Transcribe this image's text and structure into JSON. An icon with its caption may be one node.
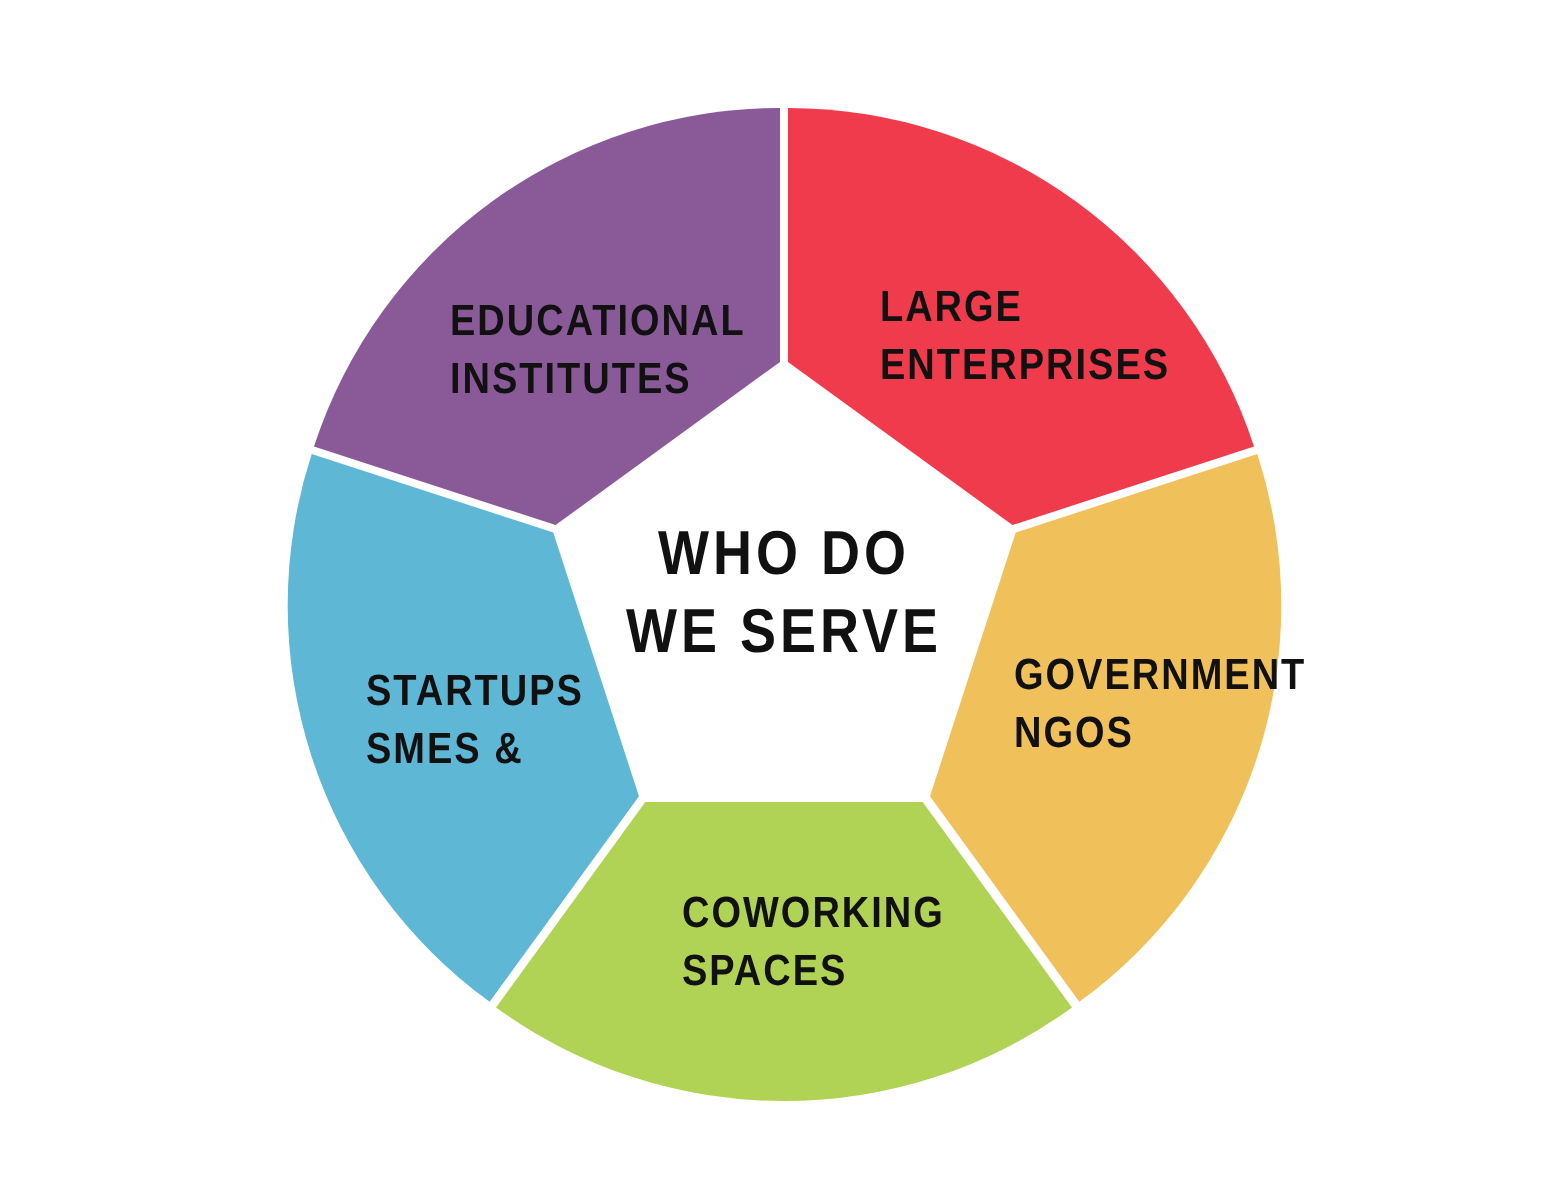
{
  "diagram": {
    "nodes": [
      {
        "text": [
          "WHO DO WE SERVE"
        ]
      },
      {
        "text": [
          "LARGE ENTERPRISES"
        ]
      },
      {
        "text": [
          "GOVERNMENT NGOS"
        ]
      },
      {
        "text": [
          "COWORKING SPACES"
        ]
      },
      {
        "text": [
          "STARTUPS SMES &"
        ]
      },
      {
        "text": [
          "EDUCATIONAL INSTITUTES"
        ]
      }
    ]
  }
}
